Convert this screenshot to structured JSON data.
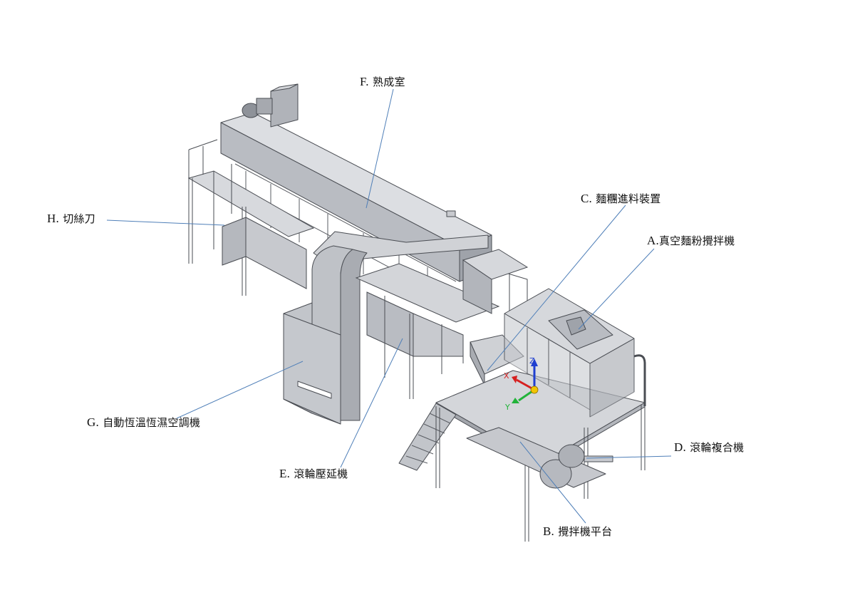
{
  "labels": {
    "F": {
      "key": "F.",
      "text": "熟成室"
    },
    "C": {
      "key": "C.",
      "text": "麵糰進料裝置"
    },
    "A": {
      "key": "A.",
      "text": "真空麵粉攪拌機"
    },
    "H": {
      "key": "H.",
      "text": "切絲刀"
    },
    "G": {
      "key": "G.",
      "text": "自動恆溫恆濕空調機"
    },
    "E": {
      "key": "E.",
      "text": "滾輪壓延機"
    },
    "D": {
      "key": "D.",
      "text": "滾輪複合機"
    },
    "B": {
      "key": "B.",
      "text": "攪拌機平台"
    }
  },
  "axes": {
    "x": "X",
    "y": "Y",
    "z": "Z"
  },
  "colors": {
    "body": "#c4c7cc",
    "body_light": "#dcdee2",
    "body_dark": "#9fa3aa",
    "edge": "#4a4d53",
    "leader": "#4f7fb8",
    "axis_x": "#d62020",
    "axis_y": "#22b33a",
    "axis_z": "#1f3fd0",
    "axis_origin": "#f2c500"
  }
}
